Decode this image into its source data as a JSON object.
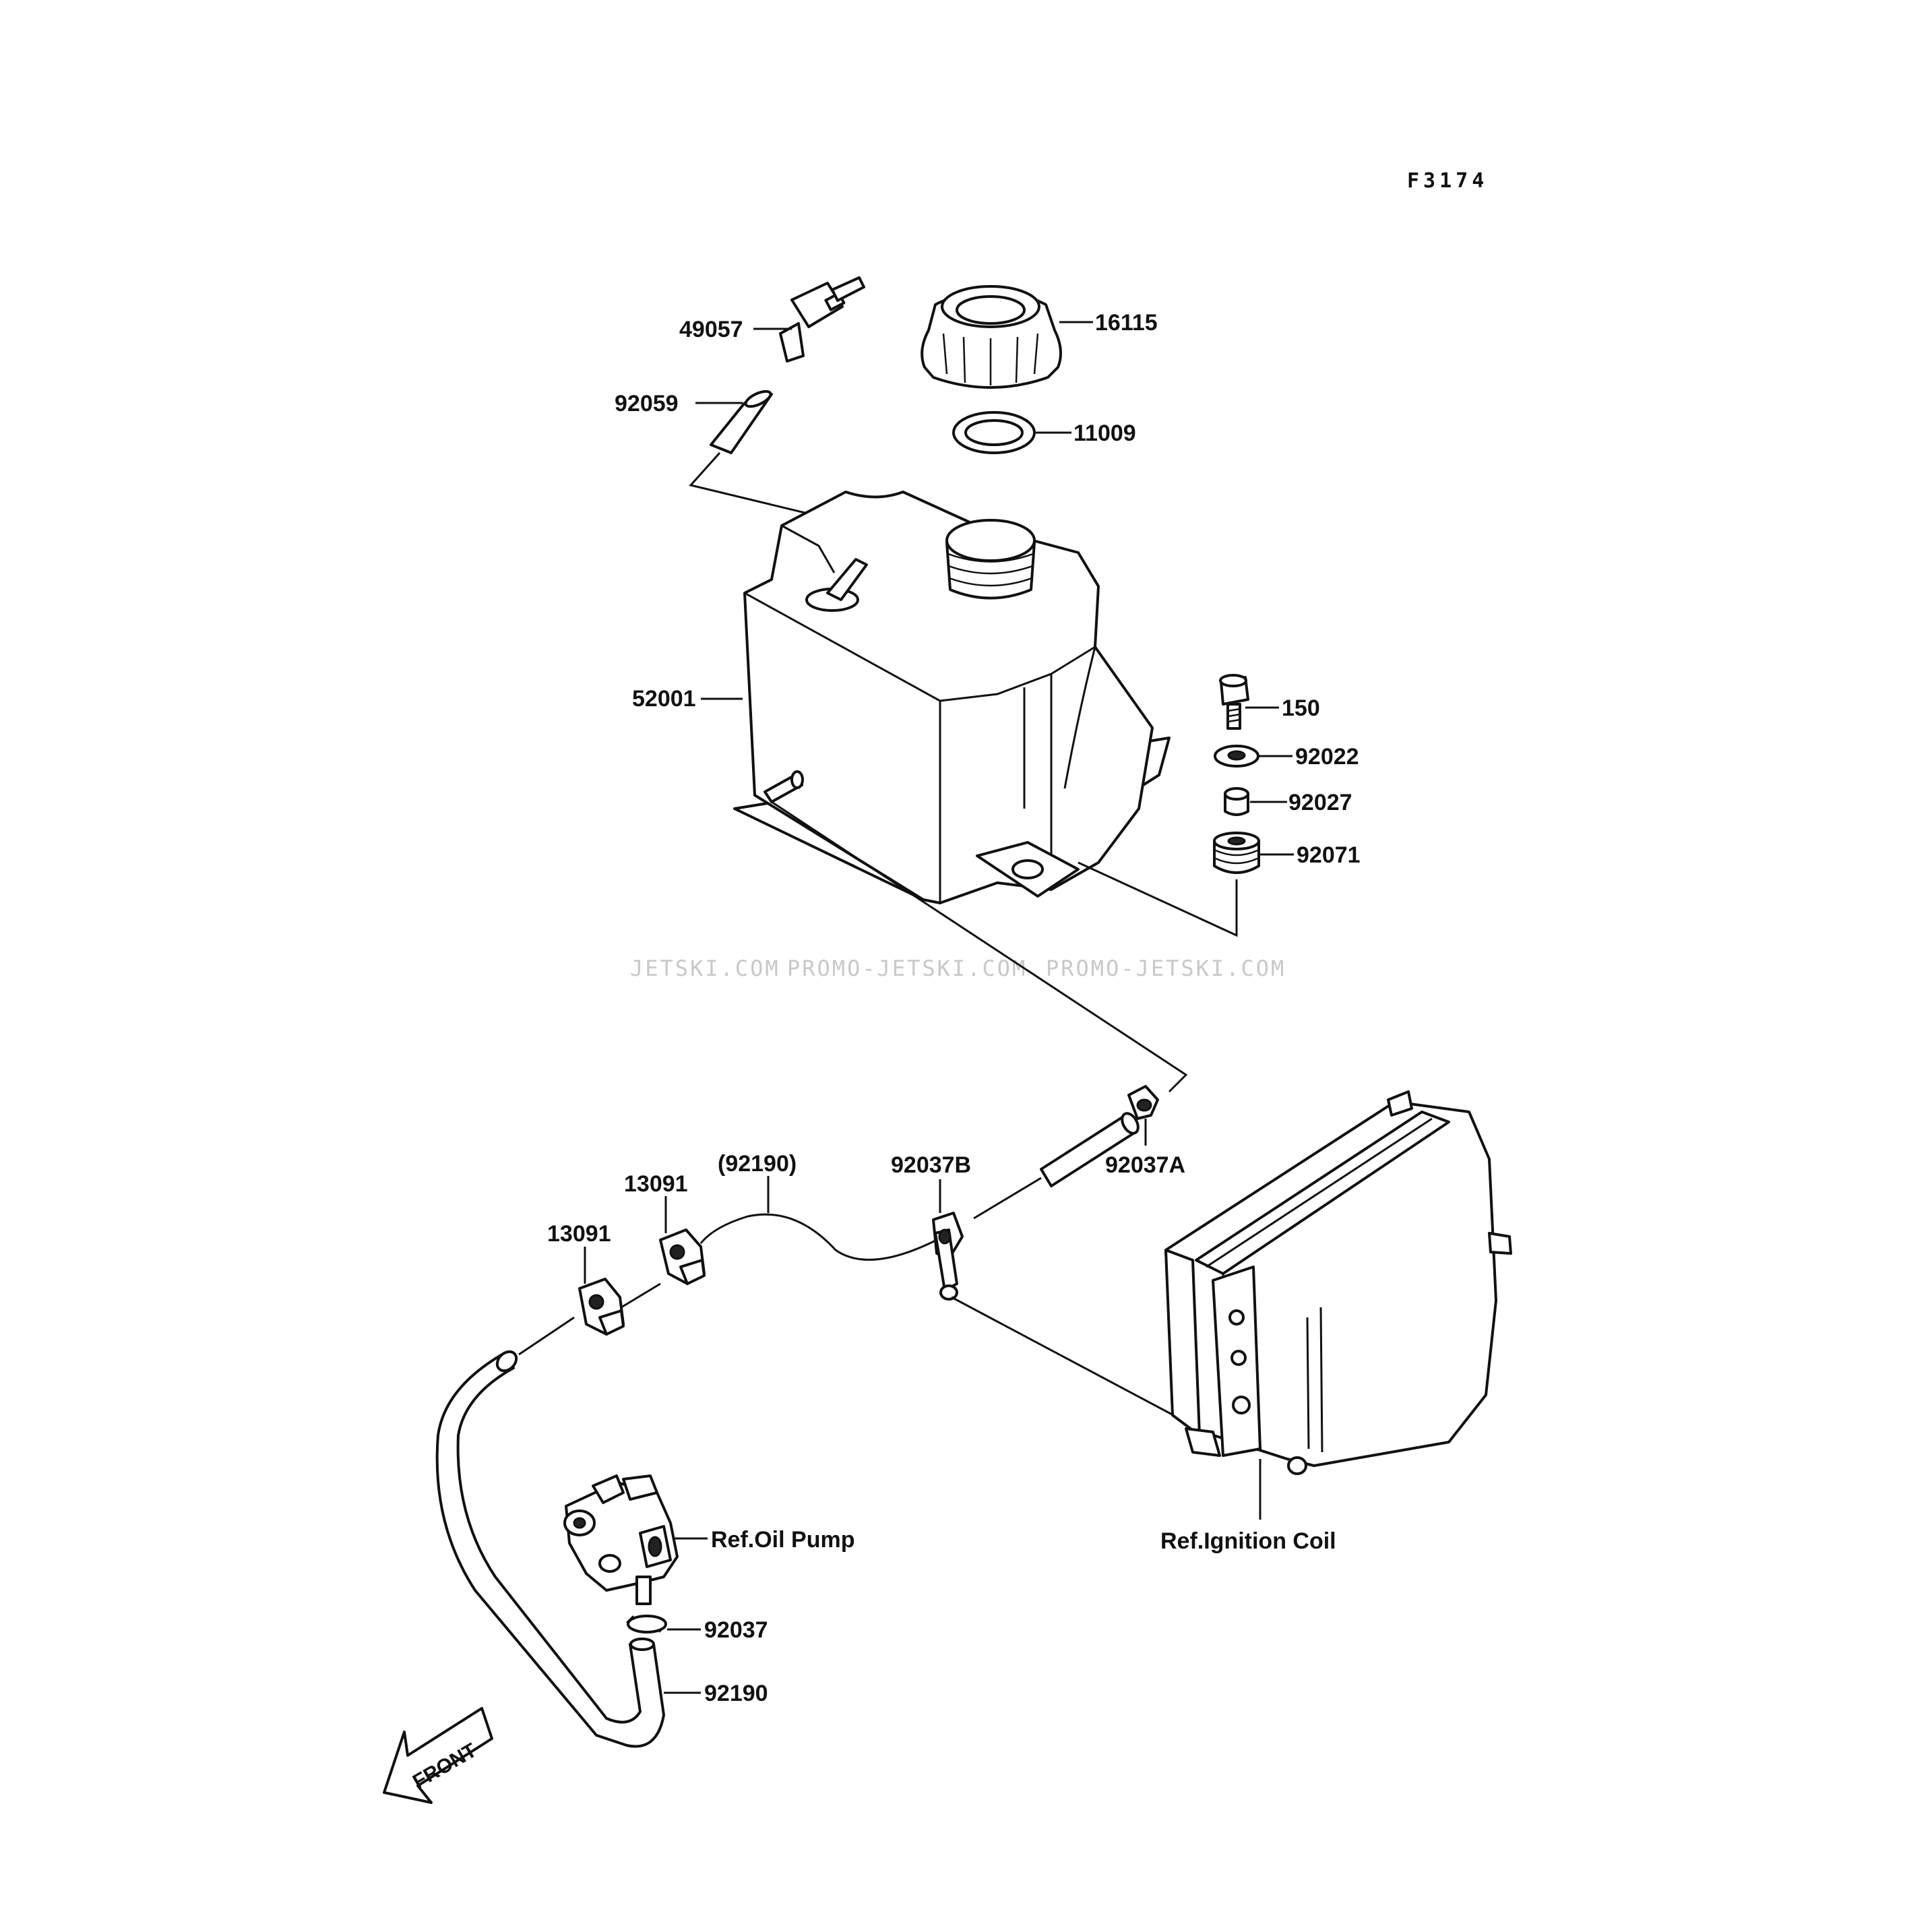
{
  "diagram_code": "F3174",
  "watermarks": [
    "JETSKI.COM",
    "PROMO-JETSKI.COM",
    "PROMO-JETSKI.COM"
  ],
  "parts": {
    "p49057": "49057",
    "p16115": "16115",
    "p92059": "92059",
    "p11009": "11009",
    "p52001": "52001",
    "p150": "150",
    "p92022": "92022",
    "p92027": "92027",
    "p92071": "92071",
    "p92190_ref": "(92190)",
    "p92037B": "92037B",
    "p92037A": "92037A",
    "p13091_a": "13091",
    "p13091_b": "13091",
    "p92037": "92037",
    "p92190": "92190"
  },
  "references": {
    "oil_pump": "Ref.Oil Pump",
    "ignition_coil": "Ref.Ignition Coil"
  },
  "front_arrow": "FRONT"
}
